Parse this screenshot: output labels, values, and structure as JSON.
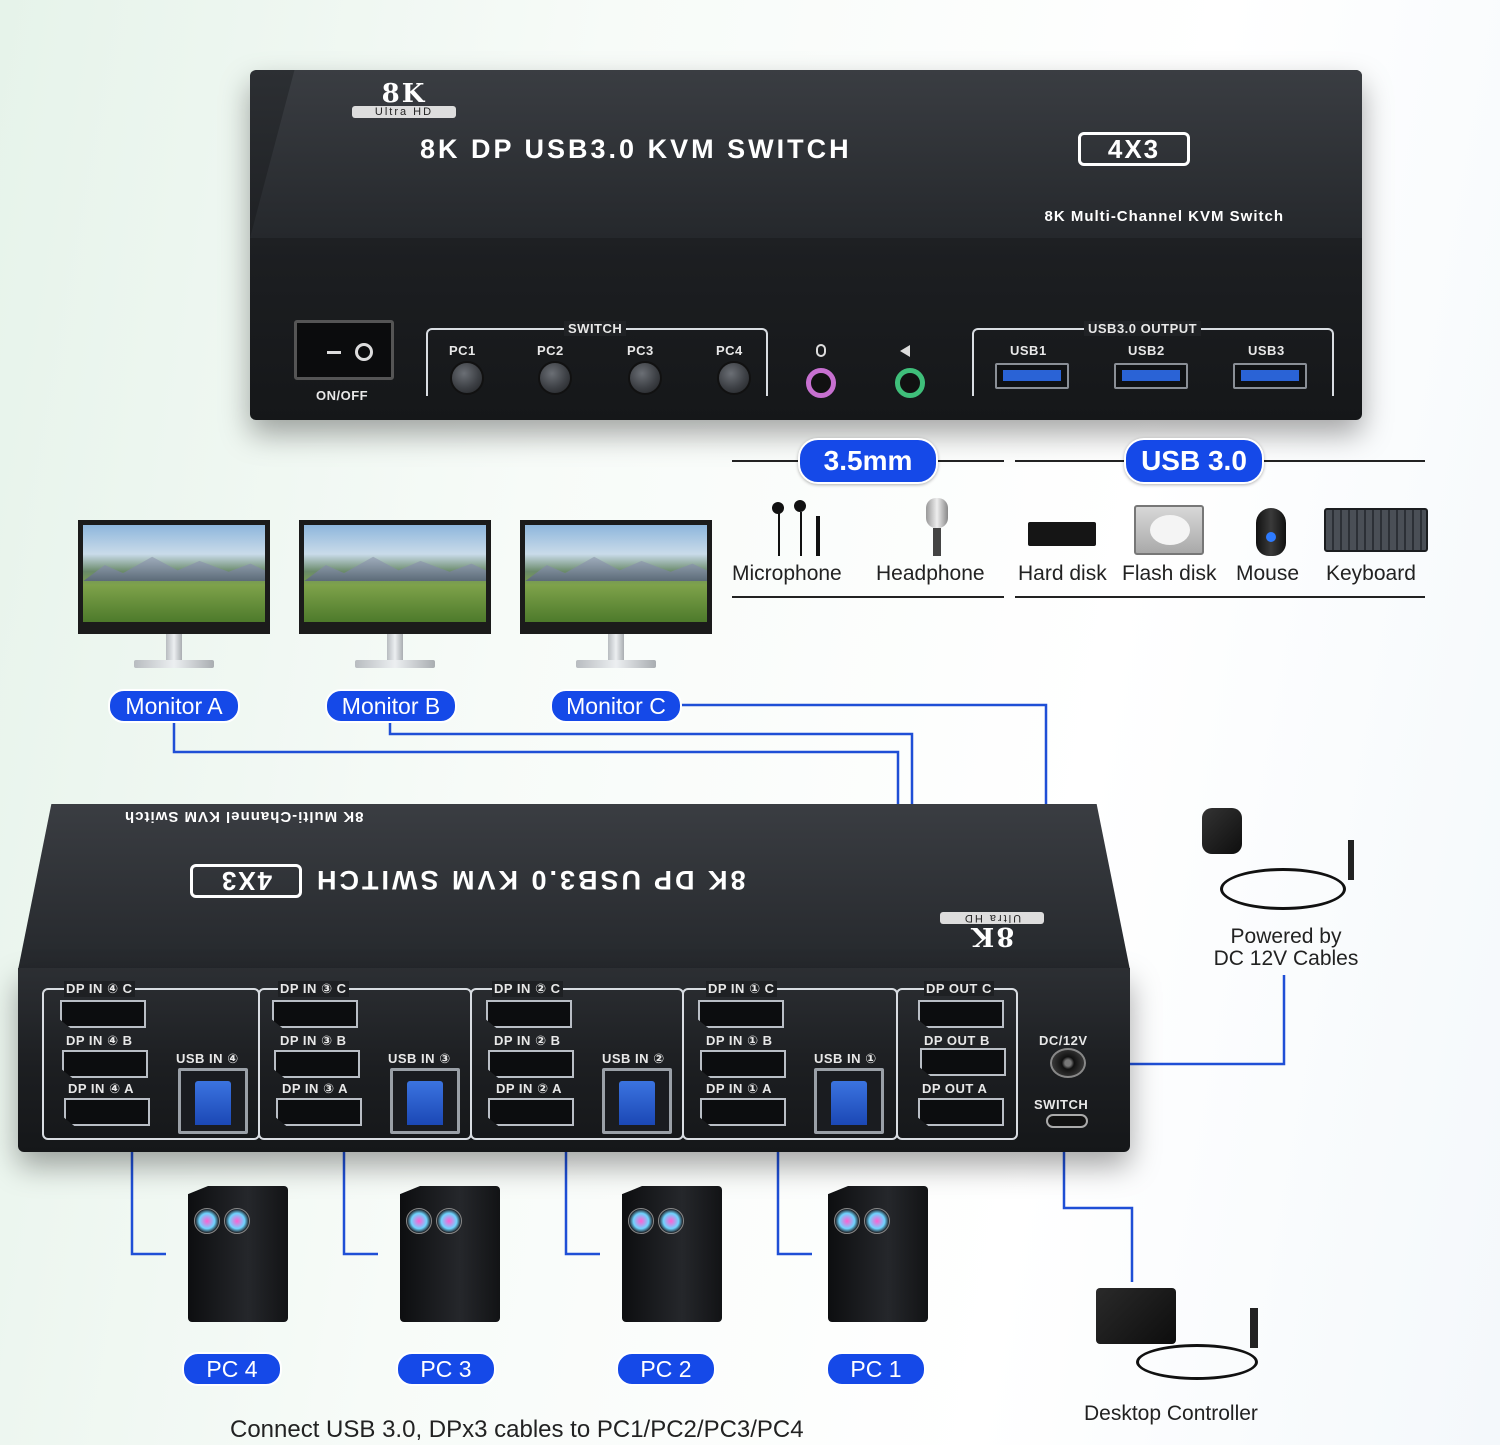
{
  "top_device": {
    "logo_big": "8K",
    "logo_small": "Ultra HD",
    "title": "8K DP USB3.0 KVM SWITCH",
    "title_badge": "4X3",
    "subtitle": "8K Multi-Channel KVM Switch",
    "power_label": "ON/OFF",
    "switch_group_label": "SWITCH",
    "switch_buttons": [
      "PC1",
      "PC2",
      "PC3",
      "PC4"
    ],
    "usb_group_label": "USB3.0 OUTPUT",
    "usb_ports": [
      "USB1",
      "USB2",
      "USB3"
    ],
    "colors": {
      "mic_jack": "#c770d0",
      "speaker_jack": "#3fbf7a",
      "usb_blue": "#2a63d6"
    }
  },
  "peripherals": {
    "audio_badge": "3.5mm",
    "usb_badge": "USB 3.0",
    "audio_items": [
      "Microphone",
      "Headphone"
    ],
    "usb_items": [
      "Hard disk",
      "Flash disk",
      "Mouse",
      "Keyboard"
    ]
  },
  "monitors": [
    "Monitor A",
    "Monitor B",
    "Monitor C"
  ],
  "rear_device": {
    "subtitle": "8K Multi-Channel KVM Switch",
    "title": "8K DP USB3.0 KVM SWITCH",
    "title_badge": "4X3",
    "logo_big": "8K",
    "logo_small": "Ultra HD",
    "groups": [
      {
        "c": "DP IN ④ C",
        "b": "DP IN ④ B",
        "a": "DP IN ④ A",
        "usb": "USB IN ④"
      },
      {
        "c": "DP IN ③ C",
        "b": "DP IN ③ B",
        "a": "DP IN ③ A",
        "usb": "USB IN ③"
      },
      {
        "c": "DP IN ② C",
        "b": "DP IN ② B",
        "a": "DP IN ② A",
        "usb": "USB IN ②"
      },
      {
        "c": "DP IN ① C",
        "b": "DP IN ① B",
        "a": "DP IN ① A",
        "usb": "USB IN ①"
      }
    ],
    "outputs": [
      "DP OUT C",
      "DP OUT B",
      "DP OUT A"
    ],
    "dc_label": "DC/12V",
    "switch_label": "SWITCH"
  },
  "power_caption_line1": "Powered by",
  "power_caption_line2": "DC 12V Cables",
  "pcs": [
    "PC 4",
    "PC 3",
    "PC 2",
    "PC 1"
  ],
  "controller_caption": "Desktop Controller",
  "footer": "Connect USB 3.0, DPx3 cables to PC1/PC2/PC3/PC4",
  "colors": {
    "accent_blue": "#1549e8",
    "wire_blue": "#1f4fd6"
  }
}
